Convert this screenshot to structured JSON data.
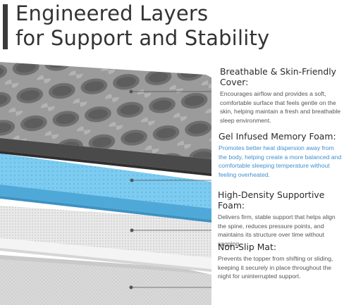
{
  "headline": {
    "line1": "Engineered Layers",
    "line2": "for Support and Stability"
  },
  "layers": [
    {
      "title": "Breathable & Skin-Friendly Cover:",
      "body": "Encourages airflow and provides a soft, comfortable surface that feels gentle on the skin, helping maintain a fresh and breathable sleep environment."
    },
    {
      "title": "Gel Infused Memory Foam:",
      "body": "Promotes better heat dispersion away from the body, helping create a more balanced and comfortable sleeping temperature without feeling overheated."
    },
    {
      "title": "High-Density Supportive Foam:",
      "body": "Delivers firm, stable support that helps align the spine, reduces pressure points, and maintains its structure over time without sagging."
    },
    {
      "title": "Non-Slip Mat:",
      "body": "Prevents the topper from shifting or sliding, keeping it securely in place throughout the night for uninterrupted support."
    }
  ],
  "colors": {
    "gel_blue": "#5cb8e4",
    "accent_text_blue": "#3f8fd0",
    "cover_gray": "#8a8a8a"
  }
}
